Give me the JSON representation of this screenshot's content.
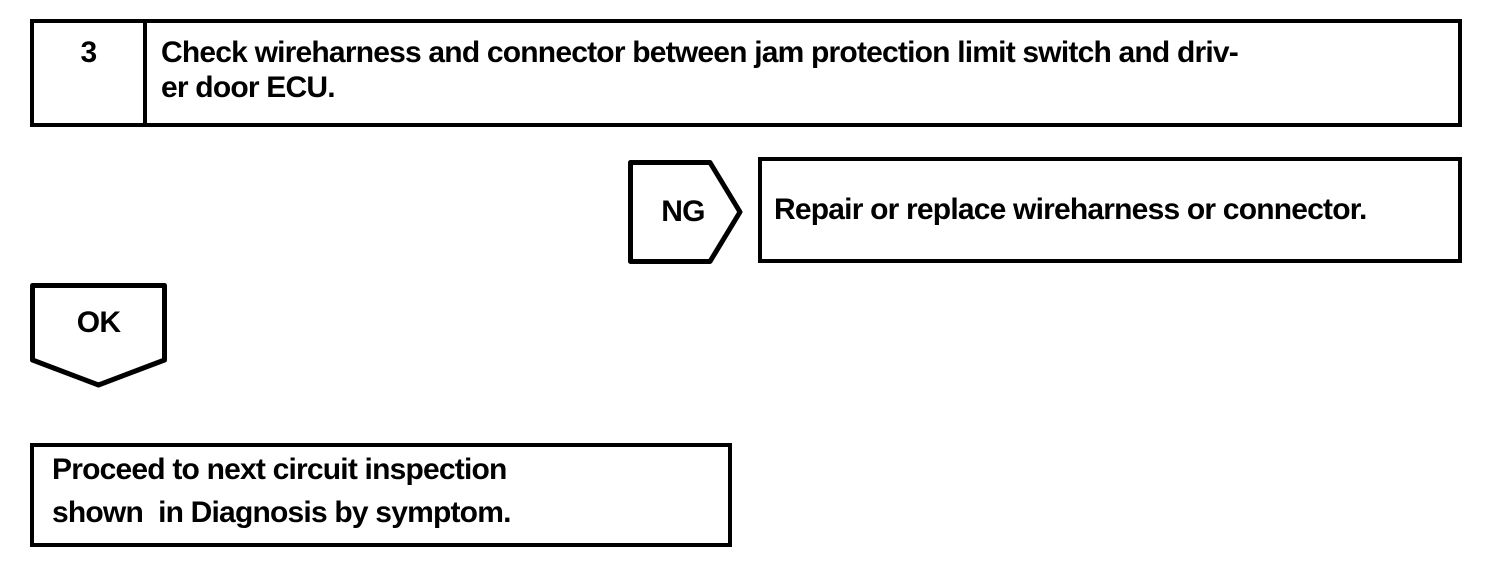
{
  "theme": {
    "ink_color": "#000000",
    "bg_color": "#ffffff"
  },
  "step": {
    "number": "3",
    "instruction_line1": "Check wireharness and connector between jam protection limit switch and driv-",
    "instruction_line2": "er door ECU."
  },
  "ng_branch": {
    "label": "NG",
    "action": "Repair or replace wireharness or connector."
  },
  "ok_branch": {
    "label": "OK",
    "action_line1": "Proceed to next circuit inspection",
    "action_line2": "shown  in Diagnosis by symptom."
  }
}
